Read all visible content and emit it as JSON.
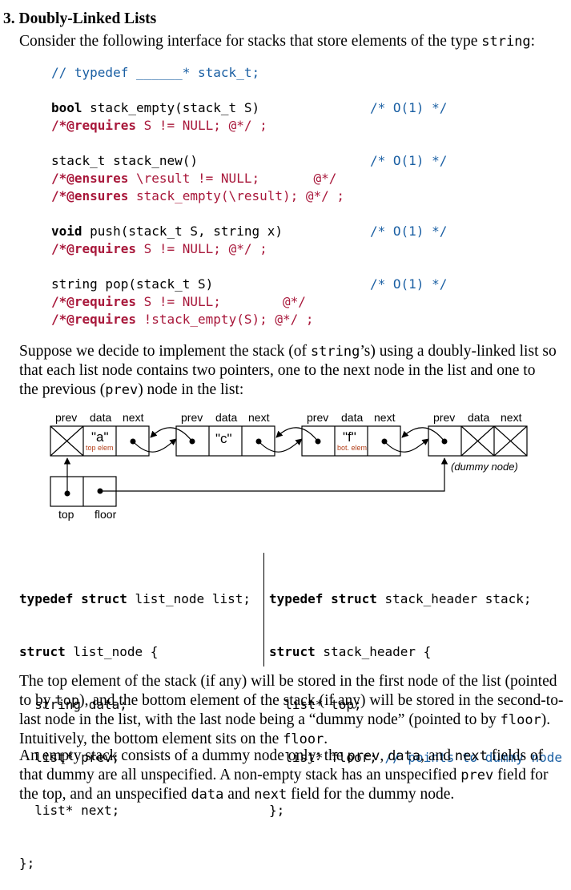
{
  "section": {
    "number": "3.",
    "title": "Doubly-Linked Lists",
    "intro_pre": "Consider the following interface for stacks that store elements of the type ",
    "intro_code": "string",
    "intro_post": ":"
  },
  "interface": {
    "typedef_comment": "// typedef ______* stack_t;",
    "empty_sig_kw": "bool",
    "empty_sig": " stack_empty(stack_t S)",
    "empty_req_a": "/*@requires",
    "empty_req_b": " S != NULL; @*/ ;",
    "new_sig": "stack_t stack_new()",
    "new_ens1_a": "/*@ensures",
    "new_ens1_b": " \\result != NULL;       @*/",
    "new_ens2_a": "/*@ensures",
    "new_ens2_b": " stack_empty(\\result); @*/ ;",
    "push_sig_kw": "void",
    "push_sig": " push(stack_t S, string x)",
    "push_req_a": "/*@requires",
    "push_req_b": " S != NULL; @*/ ;",
    "pop_sig": "string pop(stack_t S)",
    "pop_req1_a": "/*@requires",
    "pop_req1_b": " S != NULL;        @*/",
    "pop_req2_a": "/*@requires",
    "pop_req2_b": " !stack_empty(S); @*/ ;",
    "complexity": "/* O(1) */"
  },
  "paragraph1": {
    "l1_a": "Suppose we decide to implement the stack (of ",
    "l1_code": "string",
    "l1_b": "’s) using a doubly-linked list so",
    "l2": "that each list node contains two pointers, one to the next node in the list and one to",
    "l3_a": "the previous (",
    "l3_code": "prev",
    "l3_b": ") node in the list:"
  },
  "diagram": {
    "header_prev": "prev",
    "header_data": "data",
    "header_next": "next",
    "values": [
      "\"a\"",
      "\"c\"",
      "\"f\""
    ],
    "top_elem": "top elem",
    "bot_elem": "bot. elem",
    "dummy": "(dummy node)",
    "top": "top",
    "floor": "floor"
  },
  "structs": {
    "left": [
      {
        "kw": "typedef struct",
        "rest": " list_node list;"
      },
      {
        "kw": "struct",
        "rest": " list_node {"
      },
      {
        "kw": "",
        "rest": "  string data;"
      },
      {
        "kw": "",
        "rest": "  list* prev;"
      },
      {
        "kw": "",
        "rest": "  list* next;"
      },
      {
        "kw": "",
        "rest": "};"
      }
    ],
    "right": [
      {
        "kw": "typedef struct",
        "rest": " stack_header stack;"
      },
      {
        "kw": "struct",
        "rest": " stack_header {"
      },
      {
        "kw": "",
        "rest": "  list* top;"
      },
      {
        "kw": "",
        "rest": "  list* floor; ",
        "comment": "// points to dummy node"
      },
      {
        "kw": "",
        "rest": "};"
      }
    ]
  },
  "paragraph2": {
    "l1": "The top element of the stack (if any) will be stored in the first node of the list (pointed",
    "l2_a": "to by ",
    "l2_code": "top",
    "l2_b": "), and the bottom element of the stack (if any) will be stored in the second-to-",
    "l3_a": "last node in the list, with the last node being a “dummy node” (pointed to by ",
    "l3_code": "floor",
    "l3_b": ").",
    "l4_a": "Intuitively, the bottom element sits on the ",
    "l4_code": "floor",
    "l4_b": "."
  },
  "paragraph3": {
    "l1_a": "An empty stack consists of a dummy node only: the ",
    "l1_c1": "prev",
    "l1_b": ", ",
    "l1_c2": "data",
    "l1_c": ", and ",
    "l1_c3": "next",
    "l1_d": " fields of",
    "l2_a": "that dummy are all unspecified. A non-empty stack has an unspecified ",
    "l2_code": "prev",
    "l2_b": " field for",
    "l3_a": "the top, and an unspecified ",
    "l3_c1": "data",
    "l3_b": " and ",
    "l3_c2": "next",
    "l3_c": " field for the dummy node."
  }
}
